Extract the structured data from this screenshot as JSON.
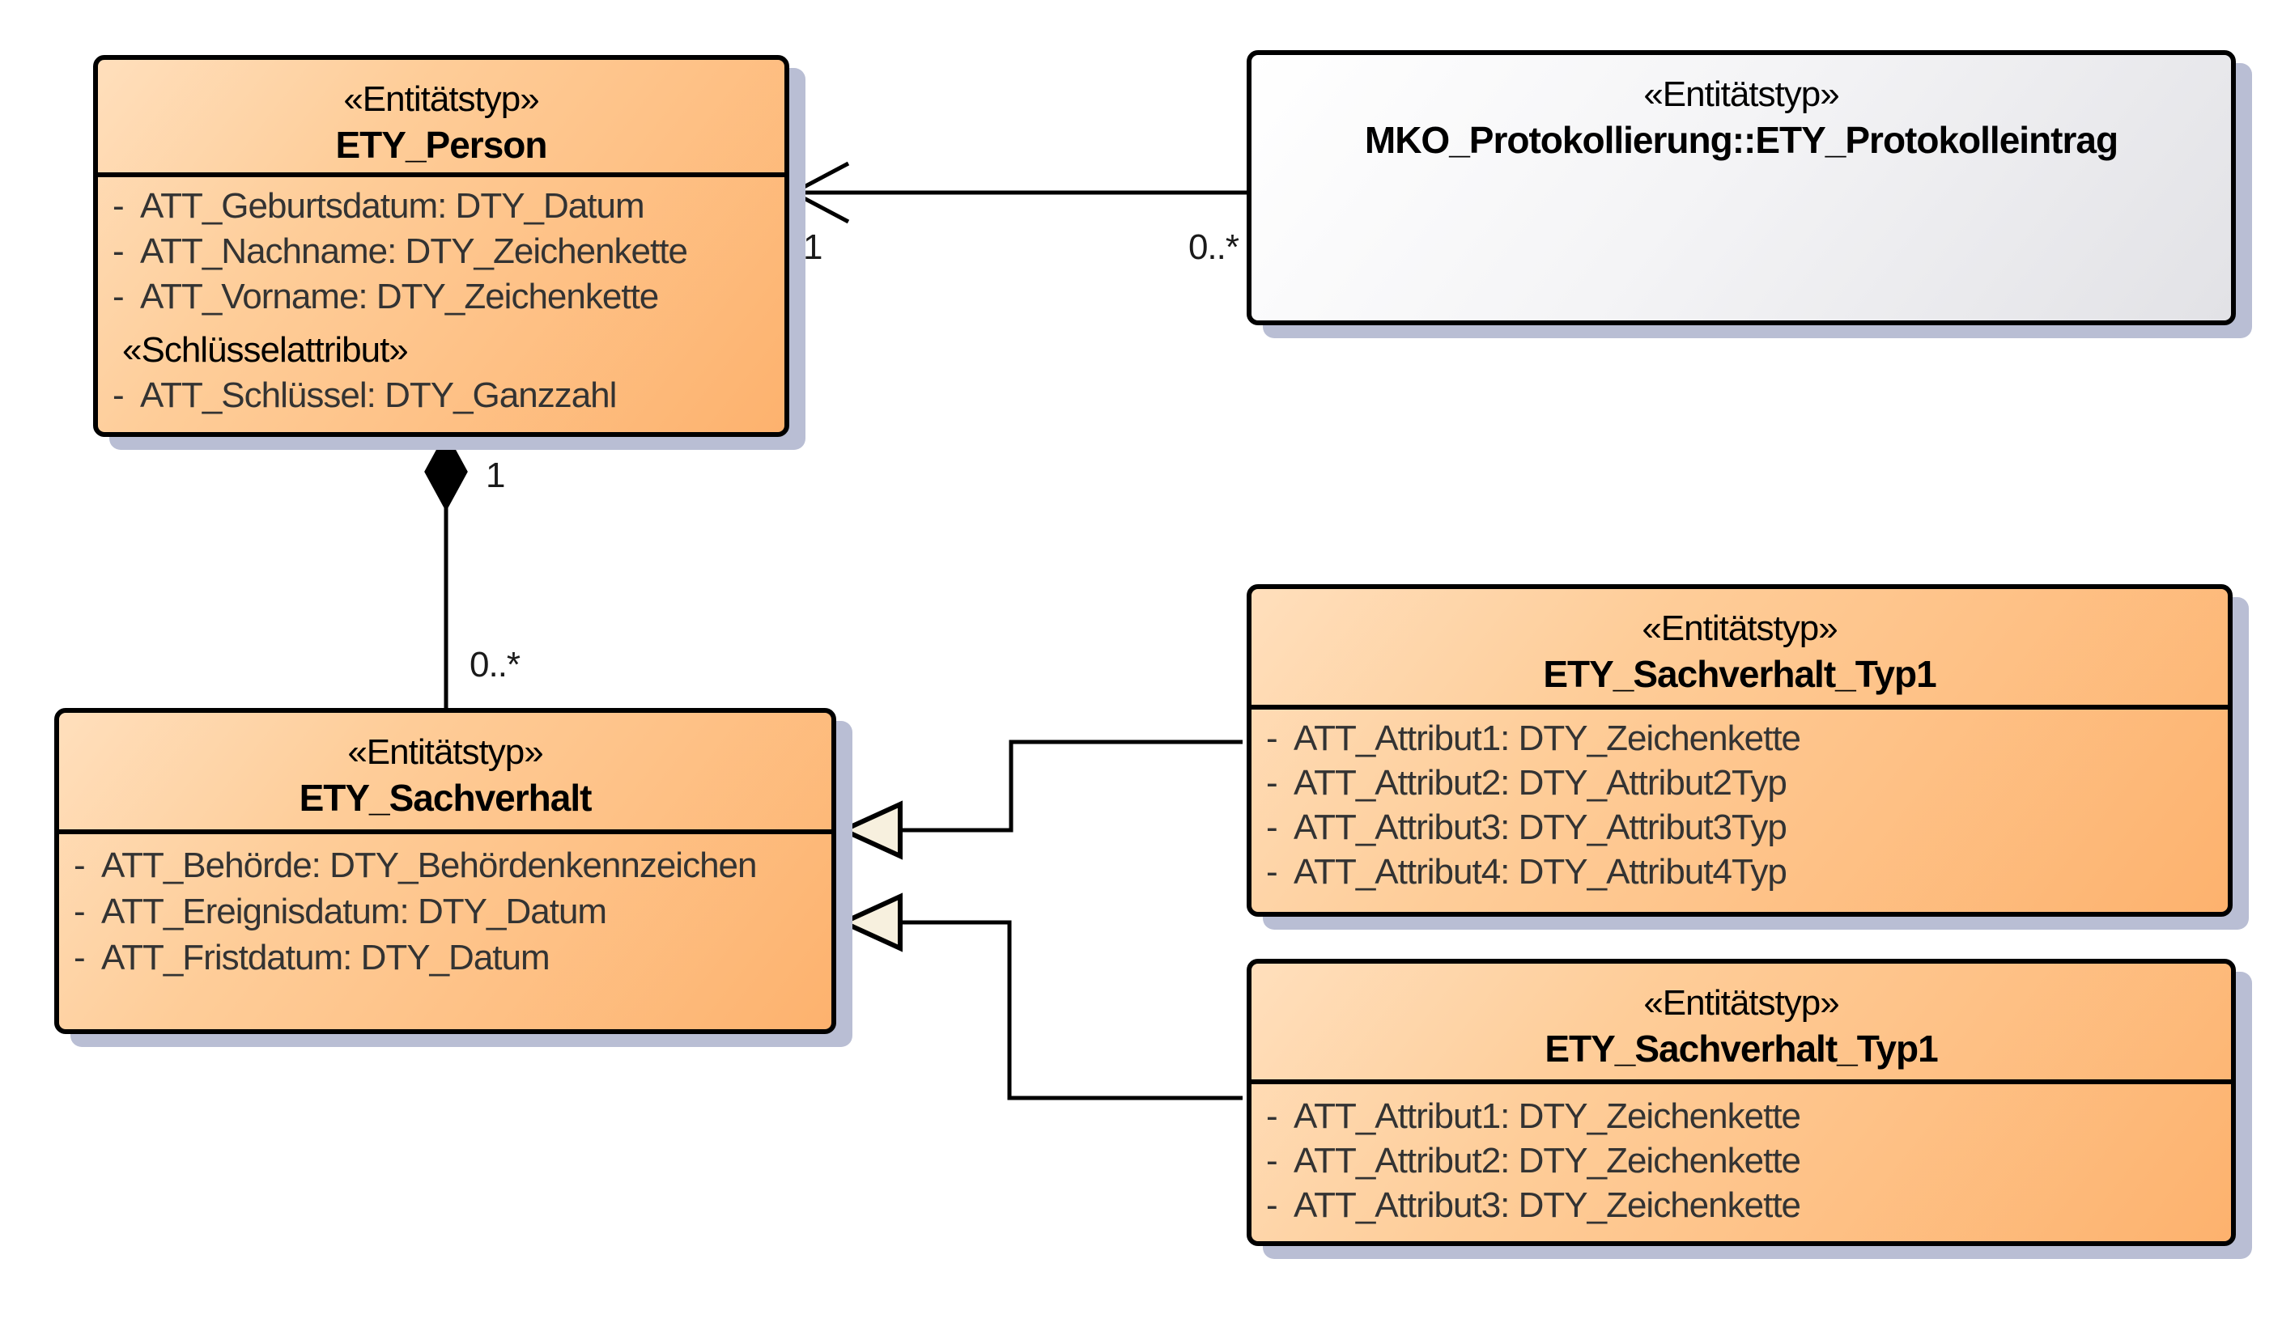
{
  "diagram": {
    "type": "uml-entity-diagram",
    "bullet": "-",
    "entities": {
      "person": {
        "stereotype": "«Entitätstyp»",
        "name": "ETY_Person",
        "attributes": [
          "ATT_Geburtsdatum: DTY_Datum",
          "ATT_Nachname: DTY_Zeichenkette",
          "ATT_Vorname: DTY_Zeichenkette"
        ],
        "key_header": "«Schlüsselattribut»",
        "key_attributes": [
          "ATT_Schlüssel: DTY_Ganzzahl"
        ]
      },
      "protokolleintrag": {
        "stereotype": "«Entitätstyp»",
        "name": "MKO_Protokollierung::ETY_Protokolleintrag",
        "attributes": []
      },
      "sachverhalt": {
        "stereotype": "«Entitätstyp»",
        "name": "ETY_Sachverhalt",
        "attributes": [
          "ATT_Behörde: DTY_Behördenkennzeichen",
          "ATT_Ereignisdatum: DTY_Datum",
          "ATT_Fristdatum: DTY_Datum"
        ]
      },
      "sachverhalt_typ1_top": {
        "stereotype": "«Entitätstyp»",
        "name": "ETY_Sachverhalt_Typ1",
        "attributes": [
          "ATT_Attribut1: DTY_Zeichenkette",
          "ATT_Attribut2: DTY_Attribut2Typ",
          "ATT_Attribut3: DTY_Attribut3Typ",
          "ATT_Attribut4: DTY_Attribut4Typ"
        ]
      },
      "sachverhalt_typ1_bottom": {
        "stereotype": "«Entitätstyp»",
        "name": "ETY_Sachverhalt_Typ1",
        "attributes": [
          "ATT_Attribut1: DTY_Zeichenkette",
          "ATT_Attribut2: DTY_Zeichenkette",
          "ATT_Attribut3: DTY_Zeichenkette"
        ]
      }
    },
    "relations": {
      "protokolleintrag_person": {
        "type": "association",
        "source": "MKO_Protokollierung::ETY_Protokolleintrag",
        "target": "ETY_Person",
        "source_multiplicity": "0..*",
        "target_multiplicity": "1"
      },
      "person_sachverhalt": {
        "type": "composition",
        "whole": "ETY_Person",
        "part": "ETY_Sachverhalt",
        "whole_multiplicity": "1",
        "part_multiplicity": "0..*"
      },
      "typ1_top_sachverhalt": {
        "type": "generalization",
        "child": "ETY_Sachverhalt_Typ1",
        "parent": "ETY_Sachverhalt"
      },
      "typ1_bottom_sachverhalt": {
        "type": "generalization",
        "child": "ETY_Sachverhalt_Typ1",
        "parent": "ETY_Sachverhalt"
      }
    },
    "colors": {
      "entity_fill_light": "#FECD99",
      "entity_fill_dark": "#FDB26E",
      "external_fill_light": "#FFFFFF",
      "external_fill_dark": "#E2E2E6",
      "shadow": "#B9BED4",
      "arrowhead_fill": "#F7F0DE",
      "line": "#000000",
      "text": "#333333",
      "background": "#FFFFFF"
    }
  }
}
